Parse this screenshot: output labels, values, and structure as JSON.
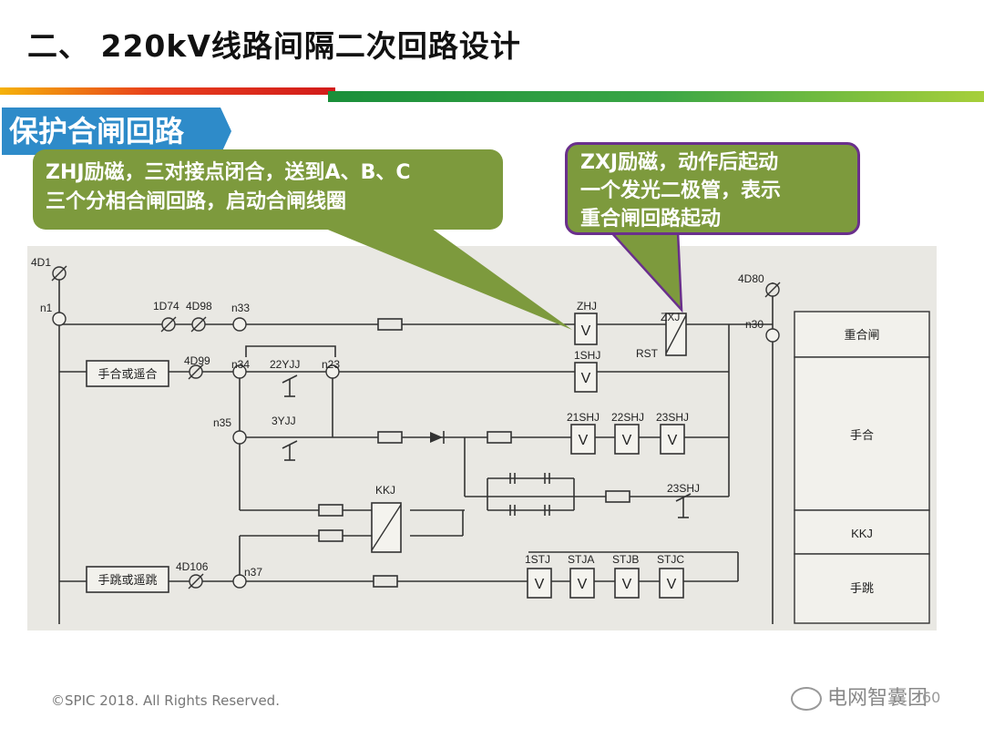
{
  "header": {
    "title": "二、 220kV线路间隔二次回路设计"
  },
  "section": {
    "label": "保护合闸回路"
  },
  "callouts": {
    "zhj_line1": "ZHJ励磁，三对接点闭合，送到A、B、C",
    "zhj_line2": "三个分相合闸回路，启动合闸线圈",
    "zxj_line1": "ZXJ励磁，动作后起动",
    "zxj_line2": "一个发光二极管，表示",
    "zxj_line3": "重合闸回路起动"
  },
  "diagram": {
    "labels": {
      "4D1": "4D1",
      "n1": "n1",
      "1D74": "1D74",
      "4D98": "4D98",
      "n33": "n33",
      "ZHJ": "ZHJ",
      "ZXJ": "ZXJ",
      "RST": "RST",
      "4D80": "4D80",
      "n30": "n30",
      "shouhe_btn": "手合或遥合",
      "4D99": "4D99",
      "n34": "n34",
      "22YJJ": "22YJJ",
      "n23": "n23",
      "1SHJ": "1SHJ",
      "n35": "n35",
      "3YJJ": "3YJJ",
      "21SHJ": "21SHJ",
      "22SHJ": "22SHJ",
      "23SHJ": "23SHJ",
      "23SHJ_b": "23SHJ",
      "KKJ": "KKJ",
      "shoutiao_btn": "手跳或遥跳",
      "4D106": "4D106",
      "n37": "n37",
      "1STJ": "1STJ",
      "STJA": "STJA",
      "STJB": "STJB",
      "STJC": "STJC",
      "V": "V"
    },
    "right_panel": [
      "重合闸",
      "手合",
      "KKJ",
      "手跳"
    ]
  },
  "footer": {
    "copyright": "©SPIC 2018. All Rights Reserved.",
    "brand": "电网智囊团",
    "page": "60"
  }
}
